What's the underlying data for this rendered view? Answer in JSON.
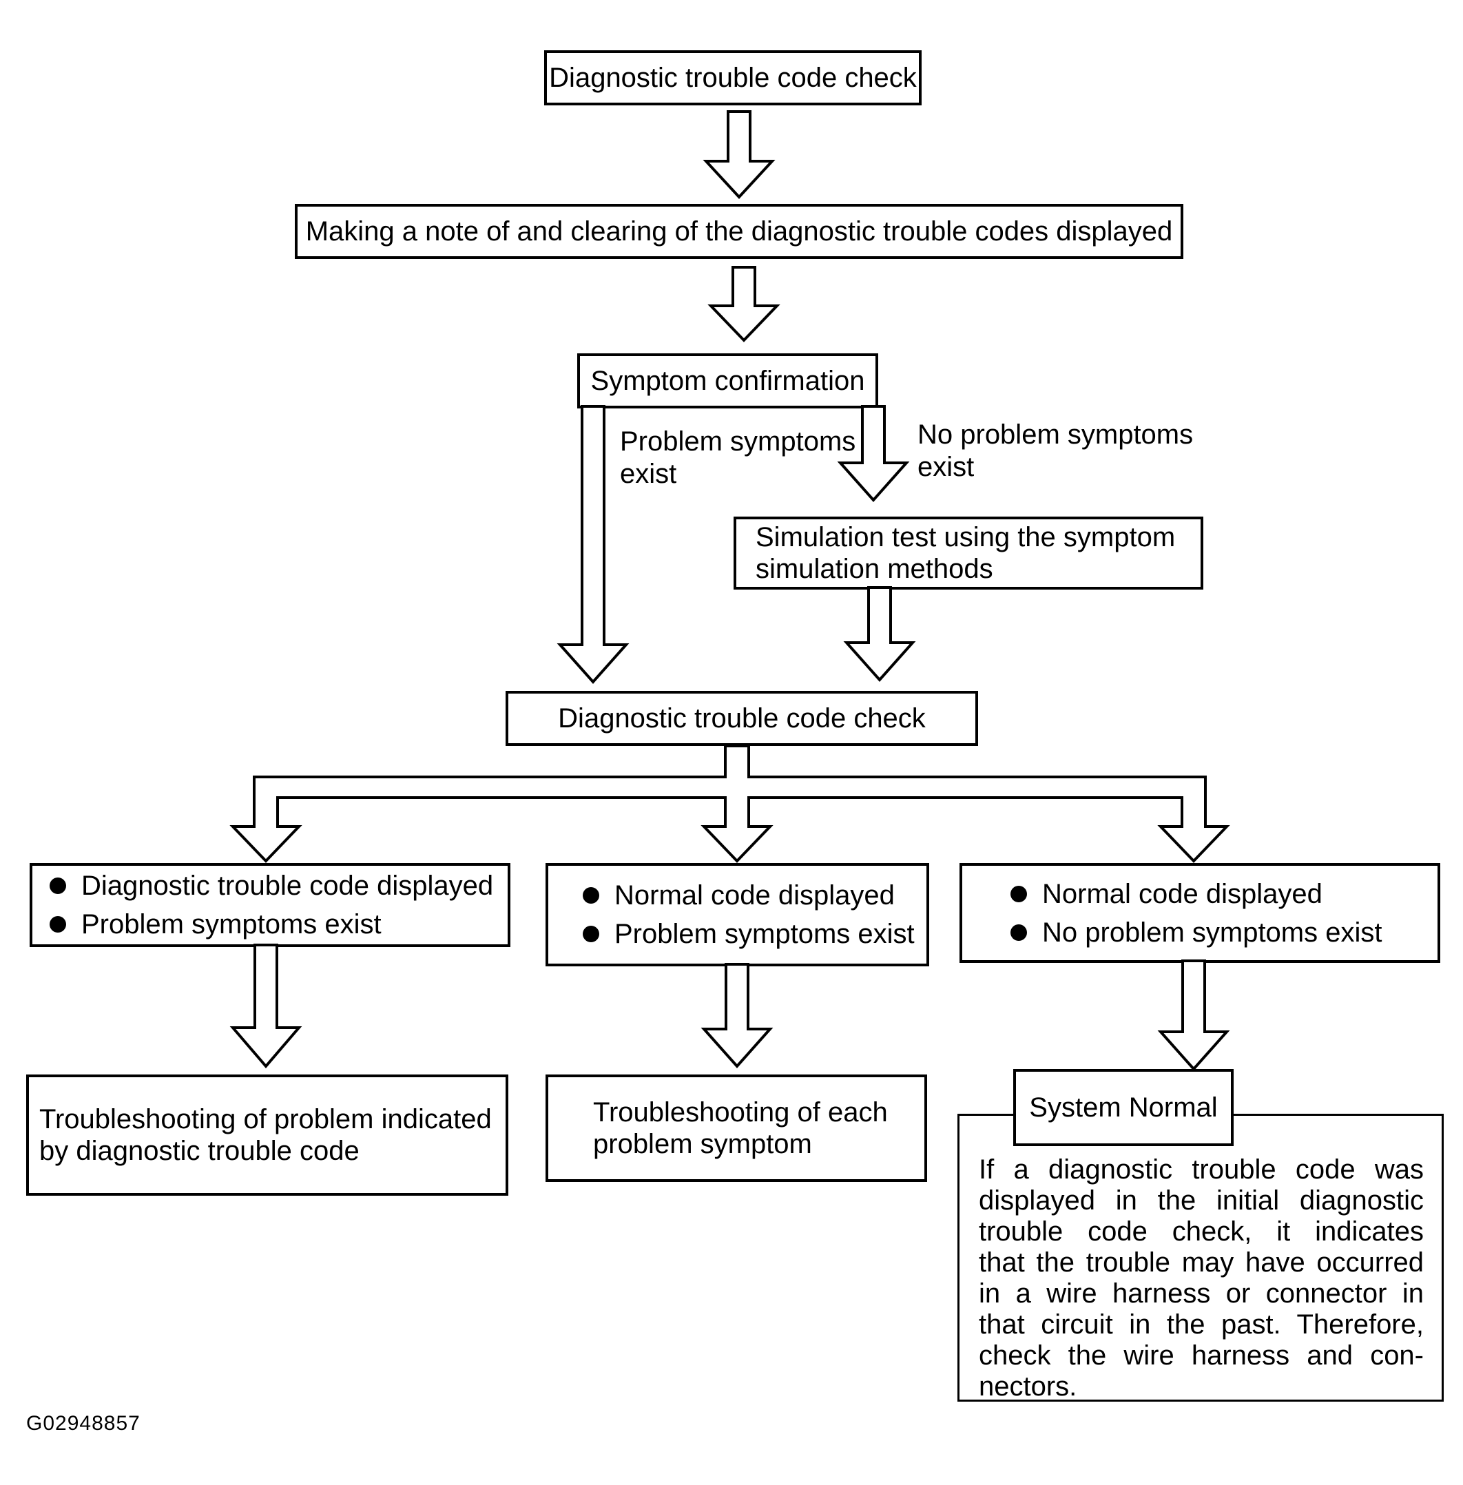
{
  "flowchart": {
    "start": "Diagnostic trouble code check",
    "note_and_clear": "Making a note of and clearing of the diagnostic trouble codes displayed",
    "symptom_confirmation": "Symptom confirmation",
    "branch_left_label": "Problem symptoms exist",
    "branch_right_label": "No problem symptoms exist",
    "simulation_test": "Simulation test using the symptom simulation methods",
    "dtc_check_2": "Diagnostic trouble code check",
    "outcomes": [
      {
        "bullets": [
          "Diagnostic trouble code displayed",
          "Problem symptoms exist"
        ],
        "result": "Troubleshooting of problem indicated by diagnostic trouble code"
      },
      {
        "bullets": [
          "Normal code displayed",
          "Problem symptoms exist"
        ],
        "result": "Troubleshooting of each problem symptom"
      },
      {
        "bullets": [
          "Normal code displayed",
          "No problem symptoms exist"
        ],
        "result_title": "System Normal",
        "note_lines": [
          "If a diagnostic trouble code was",
          "displayed in the initial diagnostic",
          "trouble code check, it indicates",
          "that the trouble may have occurred",
          "in a wire harness or connector in",
          "that circuit in the past. Therefore,",
          "check the wire harness and con-",
          "nectors."
        ]
      }
    ],
    "figure_code": "G02948857"
  }
}
